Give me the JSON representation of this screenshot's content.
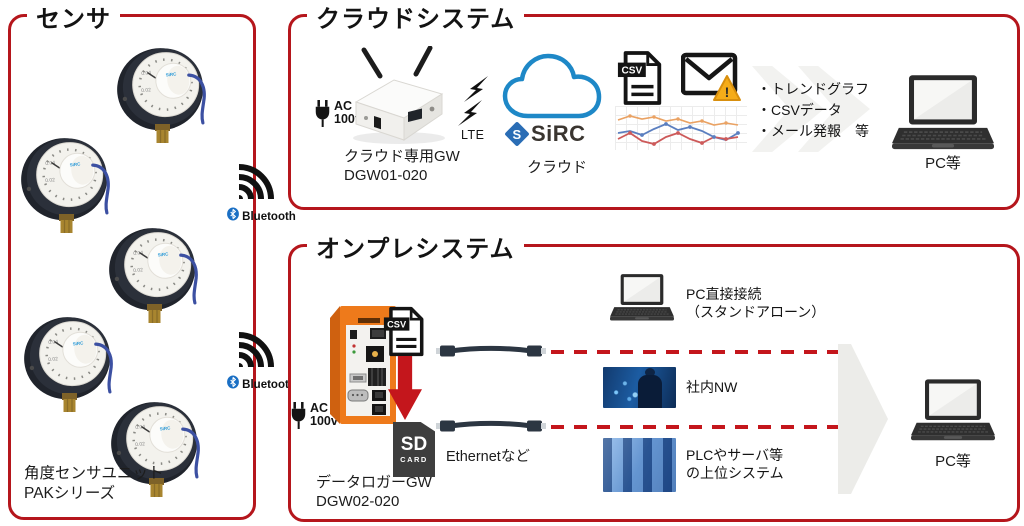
{
  "bluetooth": {
    "label": "Bluetooth"
  },
  "sensor_panel": {
    "title": "センサ",
    "caption": {
      "line1": "角度センサユニット",
      "line2": "PAKシリーズ"
    }
  },
  "cloud_panel": {
    "title": "クラウドシステム",
    "power": {
      "label": "AC",
      "voltage": "100v"
    },
    "gateway": {
      "line1": "クラウド専用GW",
      "line2": "DGW01-020"
    },
    "lte": "LTE",
    "cloud": {
      "label": "クラウド",
      "logo": "SiRC",
      "logo_mark": "S"
    },
    "csv_badge": "CSV",
    "features": [
      "・トレンドグラフ",
      "・CSVデータ",
      "・メール発報　等"
    ],
    "pc_label": "PC等"
  },
  "onprem_panel": {
    "title": "オンプレシステム",
    "power": {
      "label": "AC",
      "voltage": "100v"
    },
    "gateway": {
      "line1": "データロガーGW",
      "line2": "DGW02-020"
    },
    "csv_badge": "CSV",
    "sd_card": {
      "line1": "SD",
      "line2": "CARD"
    },
    "ethernet_label": "Ethernetなど",
    "row1": {
      "line1": "PC直接接続",
      "line2": "（スタンドアローン）"
    },
    "row2": {
      "line1": "社内NW"
    },
    "row3": {
      "line1": "PLCやサーバ等",
      "line2": "の上位システム"
    },
    "pc_label": "PC等"
  },
  "colors": {
    "panel_border_red": "#b5161c",
    "accent_red": "#c4161c",
    "cloud_blue": "#1e88c7",
    "sirc_blue": "#2a6db5",
    "bluetooth_blue": "#1a6fc4",
    "device_orange": "#ee7a1b",
    "warning_yellow": "#f5ac19"
  }
}
